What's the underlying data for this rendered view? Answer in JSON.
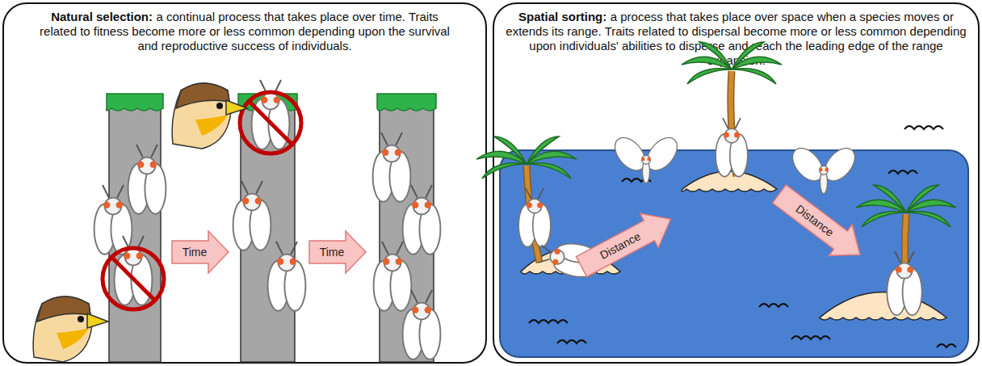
{
  "diagram": {
    "nodes": [
      {
        "text": [
          "Natural selection:",
          "a continual process that takes place over time. Traits related to fitness become more or less common depending upon the survival and reproductive success of individuals."
        ]
      },
      {
        "text": [
          "Spatial sorting:",
          "a process that takes place over space when a species moves or extends its range. Traits related to dispersal become more or less common depending upon individuals' abilities to disperse and reach the leading edge of the range expansion."
        ]
      }
    ],
    "labels": [
      "Time",
      "Time",
      "Distance",
      "Distance"
    ]
  }
}
